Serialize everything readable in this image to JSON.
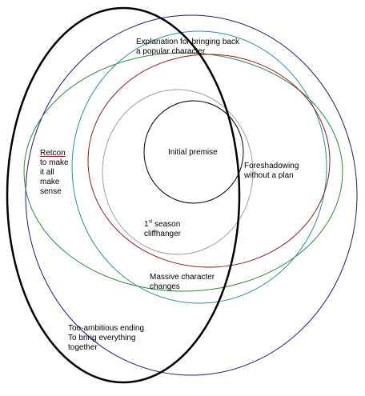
{
  "diagram": {
    "ellipses": [
      {
        "name": "explanation",
        "stroke": "#1c1c7a"
      },
      {
        "name": "green",
        "stroke": "#2e8b3a"
      },
      {
        "name": "teal",
        "stroke": "#2a8f9a"
      },
      {
        "name": "red",
        "stroke": "#8b1a1a"
      },
      {
        "name": "gray",
        "stroke": "#a0a0a0"
      },
      {
        "name": "initial",
        "stroke": "#000000"
      },
      {
        "name": "ambitious",
        "stroke": "#000000"
      }
    ],
    "labels": {
      "explanation_line1": "Explanation for bringing back",
      "explanation_line2": "a popular character",
      "initial": "Initial premise",
      "foreshadowing_line1": "Foreshadowing",
      "foreshadowing_line2": "without a plan",
      "retcon_line1": "Retcon",
      "retcon_line2": "to make",
      "retcon_line3": "it all",
      "retcon_line4": "make",
      "retcon_line5": "sense",
      "season_number": "1",
      "season_suffix": "st",
      "season_word": "season",
      "season_line2": "cliffhanger",
      "massive_line1": "Massive character",
      "massive_line2": "changes",
      "ambitious_line1": "Too-ambitious ending",
      "ambitious_line2": "To bring everything",
      "ambitious_line3": "together"
    }
  }
}
